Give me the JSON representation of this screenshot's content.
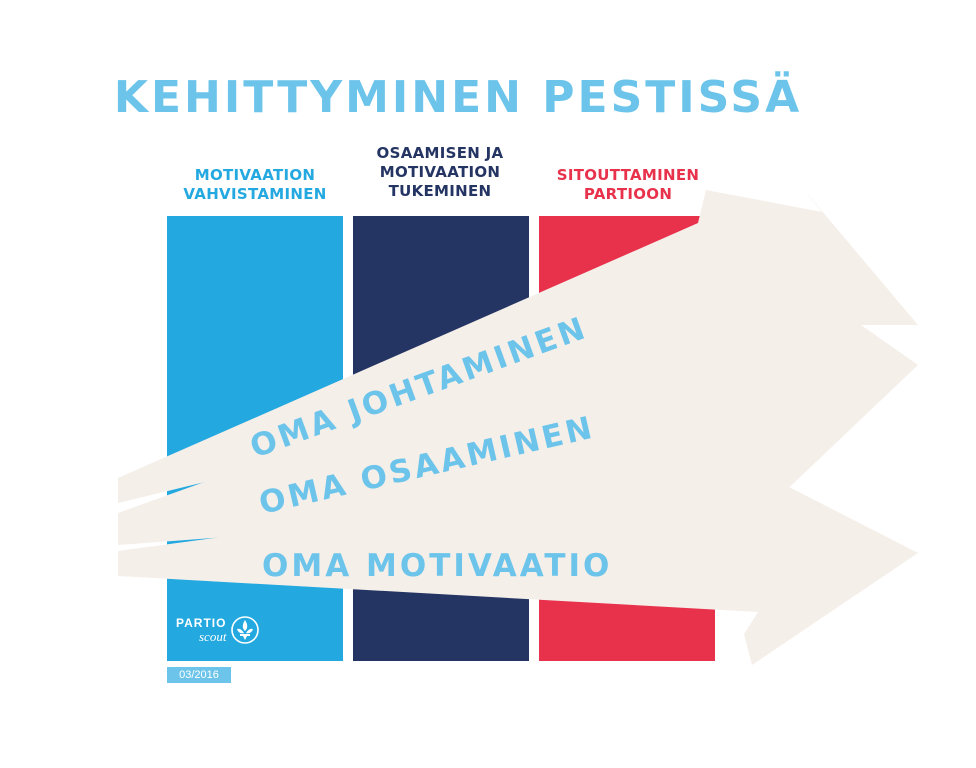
{
  "title": "KEHITTYMINEN PESTISSÄ",
  "columns": [
    {
      "line1": "MOTIVAATION",
      "line2": "VAHVISTAMINEN",
      "line3": "",
      "color": "#23a8e0"
    },
    {
      "line1": "OSAAMISEN JA",
      "line2": "MOTIVAATION",
      "line3": "TUKEMINEN",
      "color": "#243463"
    },
    {
      "line1": "SITOUTTAMINEN",
      "line2": "PARTIOON",
      "line3": "",
      "color": "#e8324c"
    }
  ],
  "header_colors": [
    "#23a8e0",
    "#243463",
    "#e8324c"
  ],
  "arrows": [
    {
      "label": "OMA JOHTAMINEN"
    },
    {
      "label": "OMA OSAAMINEN"
    },
    {
      "label": "OMA MOTIVAATIO"
    }
  ],
  "arrow_fill": "#f5efea",
  "arrow_text_color": "#6cc4ea",
  "logo": {
    "word1": "PARTIO",
    "word2": "scout",
    "icon": "scout-lily-icon"
  },
  "date": "03/2016",
  "colors": {
    "title": "#6cc4ea",
    "date_bg": "#6cc4ea"
  }
}
